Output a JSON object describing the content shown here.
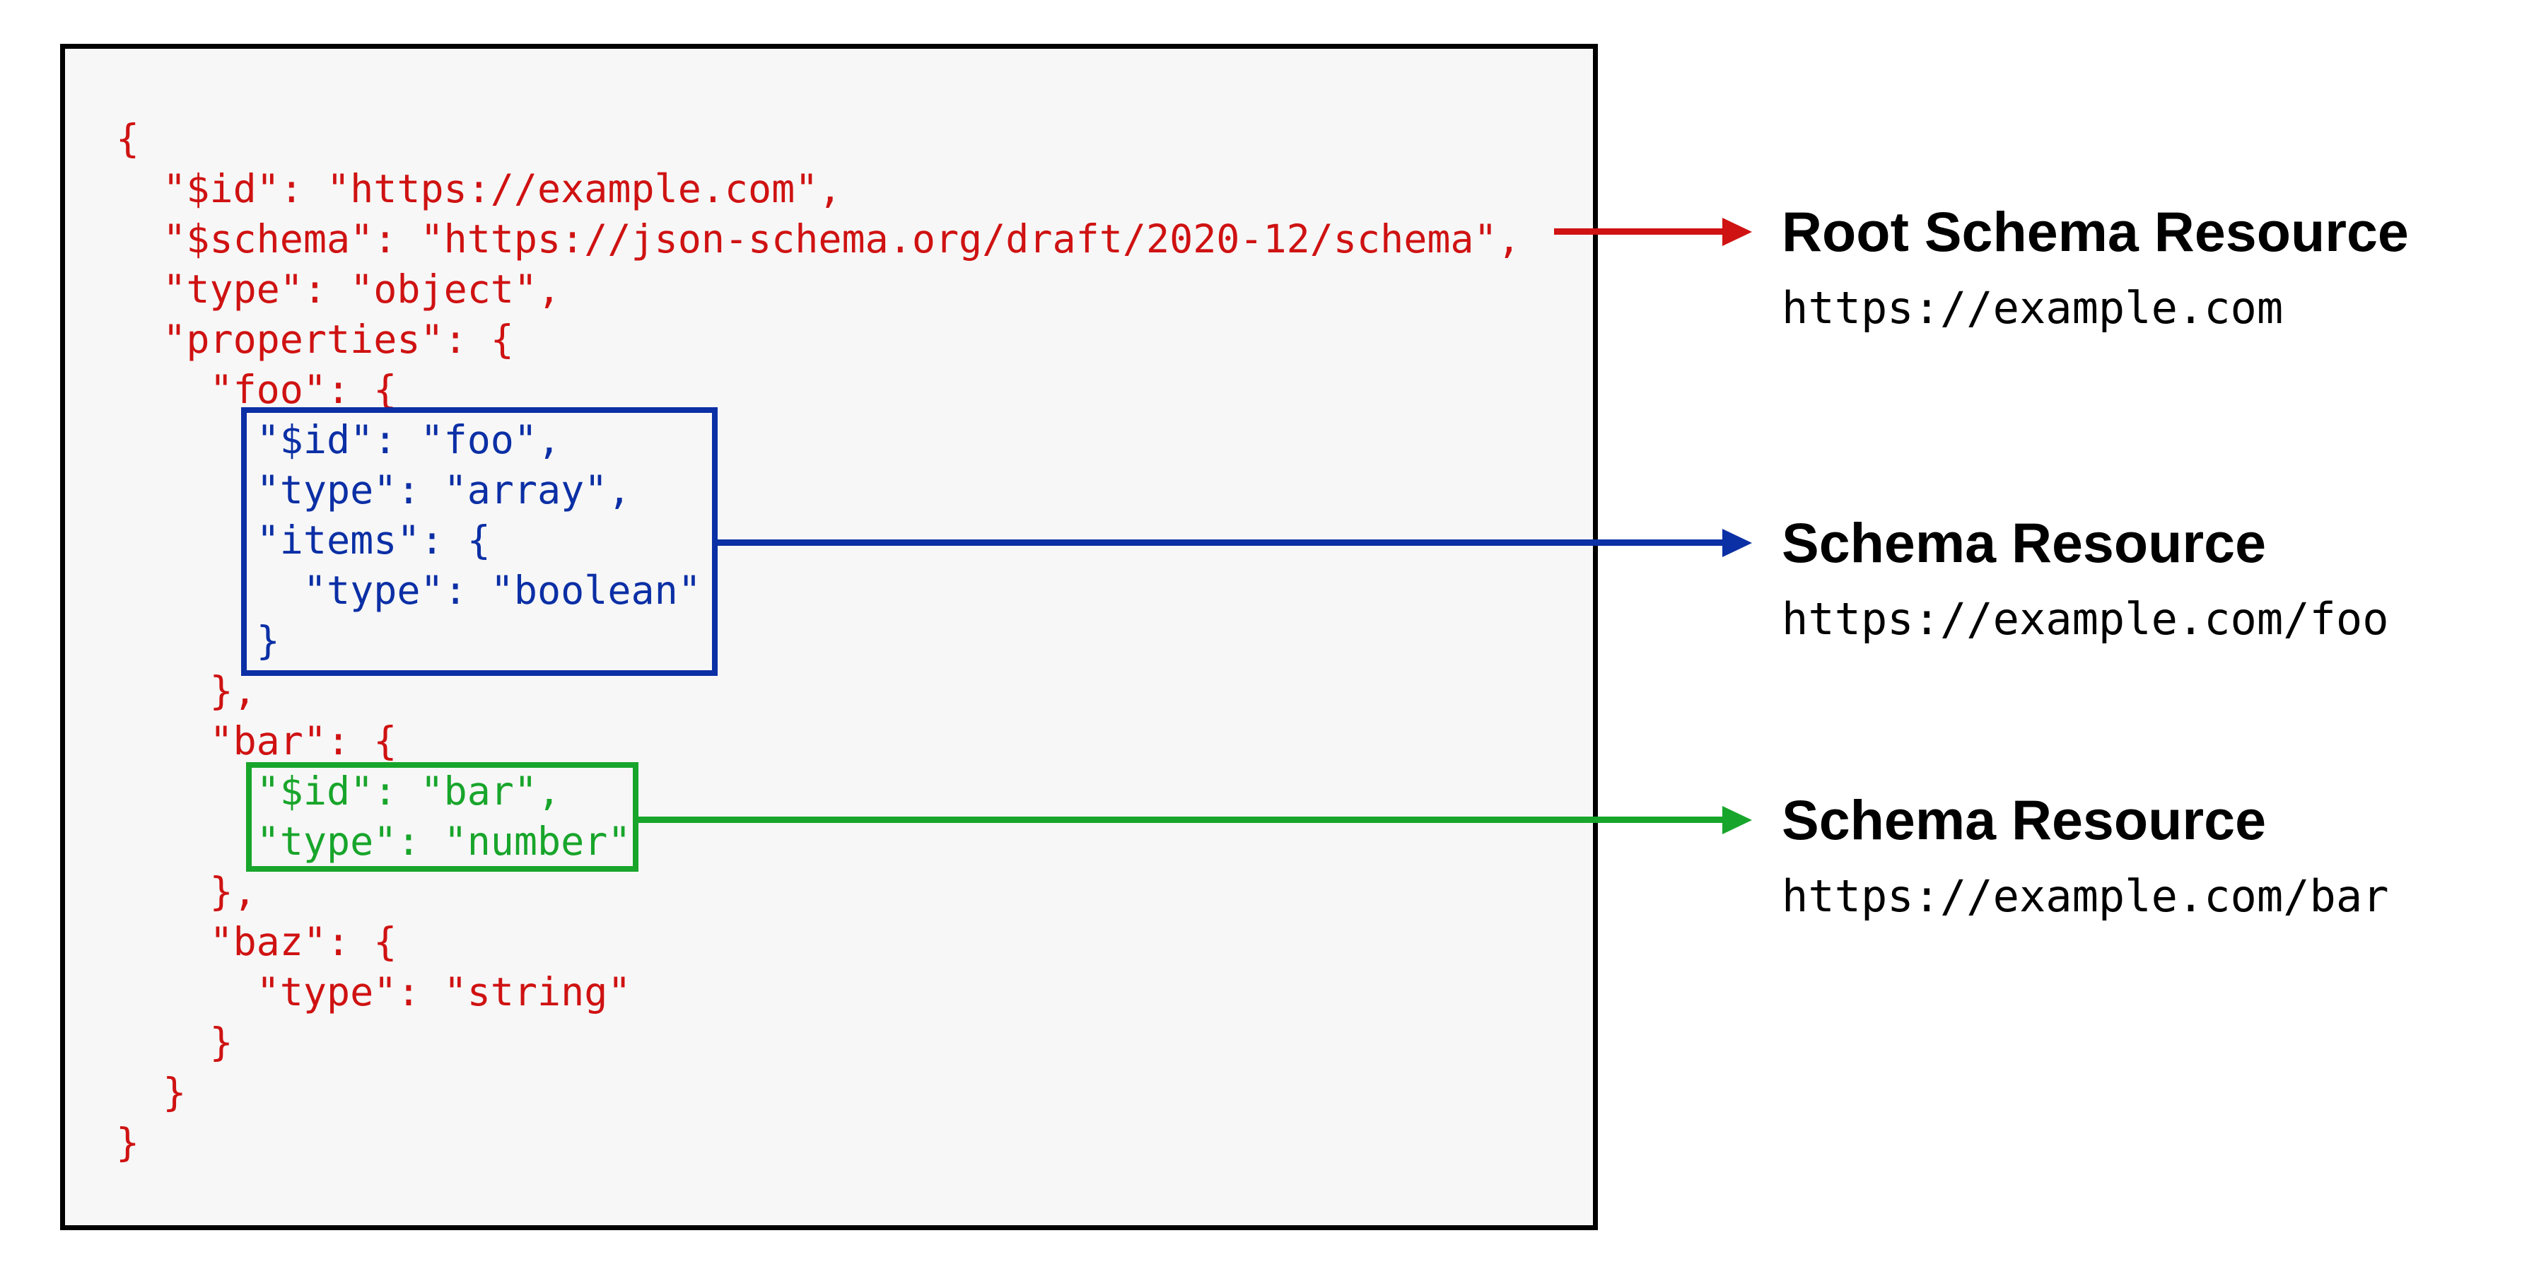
{
  "colors": {
    "red": "#cf1212",
    "blue": "#0b2fa5",
    "green": "#18a52b",
    "panel_bg": "#f7f7f7",
    "panel_border": "#000000",
    "label_text": "#000000"
  },
  "code_panel": {
    "language": "json",
    "lines": [
      {
        "text": "{",
        "color": "red"
      },
      {
        "text": "  \"$id\": \"https://example.com\",",
        "color": "red"
      },
      {
        "text": "  \"$schema\": \"https://json-schema.org/draft/2020-12/schema\",",
        "color": "red"
      },
      {
        "text": "  \"type\": \"object\",",
        "color": "red"
      },
      {
        "text": "  \"properties\": {",
        "color": "red"
      },
      {
        "text": "    \"foo\": {",
        "color": "red"
      },
      {
        "text": "      \"$id\": \"foo\",",
        "color": "blue"
      },
      {
        "text": "      \"type\": \"array\",",
        "color": "blue"
      },
      {
        "text": "      \"items\": {",
        "color": "blue"
      },
      {
        "text": "        \"type\": \"boolean\"",
        "color": "blue"
      },
      {
        "text": "      }",
        "color": "blue"
      },
      {
        "text": "    },",
        "color": "red"
      },
      {
        "text": "    \"bar\": {",
        "color": "red"
      },
      {
        "text": "      \"$id\": \"bar\",",
        "color": "green"
      },
      {
        "text": "      \"type\": \"number\"",
        "color": "green"
      },
      {
        "text": "    },",
        "color": "red"
      },
      {
        "text": "    \"baz\": {",
        "color": "red"
      },
      {
        "text": "      \"type\": \"string\"",
        "color": "red"
      },
      {
        "text": "    }",
        "color": "red"
      },
      {
        "text": "  }",
        "color": "red"
      },
      {
        "text": "}",
        "color": "red"
      }
    ]
  },
  "highlight_boxes": [
    {
      "id": "foo-schema-resource",
      "color": "#0b2fa5"
    },
    {
      "id": "bar-schema-resource",
      "color": "#18a52b"
    }
  ],
  "annotations": [
    {
      "title": "Root Schema Resource",
      "url": "https://example.com",
      "arrow_color": "#cf1212"
    },
    {
      "title": "Schema Resource",
      "url": "https://example.com/foo",
      "arrow_color": "#0b2fa5"
    },
    {
      "title": "Schema Resource",
      "url": "https://example.com/bar",
      "arrow_color": "#18a52b"
    }
  ]
}
